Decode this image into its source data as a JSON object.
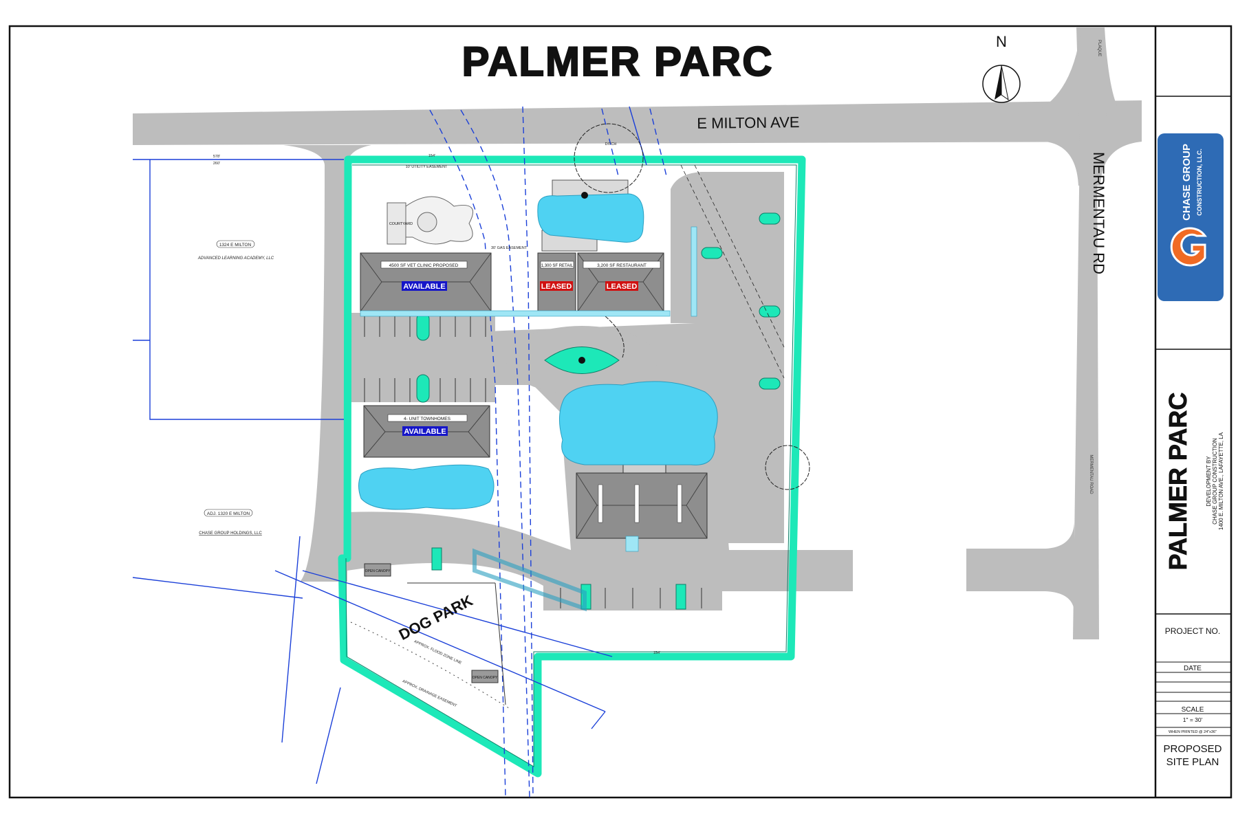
{
  "title": "PALMER PARC",
  "north_label": "N",
  "streets": {
    "milton": "E MILTON AVE",
    "mermentau": "MERMENTAU RD",
    "mermentau_small": "MERMENTAU ROAD",
    "plaque": "PLAQUE"
  },
  "parcels": {
    "north_addr": "1324 E MILTON",
    "north_owner": "ADVANCED LEARNING ACADEMY, LLC",
    "south_addr": "ADJ. 1320 E MILTON",
    "south_owner": "CHASE GROUP HOLDINGS, LLC"
  },
  "buildings": {
    "vet_clinic": "4500 SF VET CLINIC PROPOSED",
    "retail": "1,300 SF RETAIL",
    "restaurant": "3,200 SF RESTAURANT",
    "townhomes": "4- UNIT TOWNHOMES",
    "courtyard": "COURTYARD"
  },
  "badges": {
    "available": "AVAILABLE",
    "leased": "LEASED"
  },
  "colors": {
    "available": "#1515c8",
    "leased": "#d01010",
    "boundary": "#1de8b8",
    "water": "#4fd2f2",
    "pavement": "#bdbdbd",
    "logo_bg": "#2e6bb5",
    "logo_orange": "#f06a24"
  },
  "easements": {
    "utility": "10' UTILITY EASEMENT",
    "gas": "30' GAS EASEMENT",
    "drainage": "APPROX. DRAINAGE EASEMENT",
    "flood": "APPROX. FLOOD ZONE LINE",
    "ditch": "DITCH"
  },
  "dims": {
    "top": "154'",
    "bottom": "154'",
    "left_a": "578'",
    "left_b": "260'"
  },
  "dog_park": {
    "label": "DOG PARK",
    "canopy": "OPEN CANOPY"
  },
  "logo": {
    "line1": "CHASE GROUP",
    "line2": "CONSTRUCTION, LLC."
  },
  "title_block": {
    "project_title": "PALMER PARC",
    "dev_line1": "DEVELOPMENT BY",
    "dev_line2": "CHASE GROUP CONSTRUCTION",
    "dev_line3": "1400 E. MILTON AVE., LAFAYETTE, LA",
    "project_no": "PROJECT NO.",
    "date": "DATE",
    "scale": "SCALE",
    "scale_value": "1\" = 30'",
    "printed_note": "WHEN PRINTED @ 24\"x36\"",
    "sheet_title_1": "PROPOSED",
    "sheet_title_2": "SITE PLAN"
  }
}
